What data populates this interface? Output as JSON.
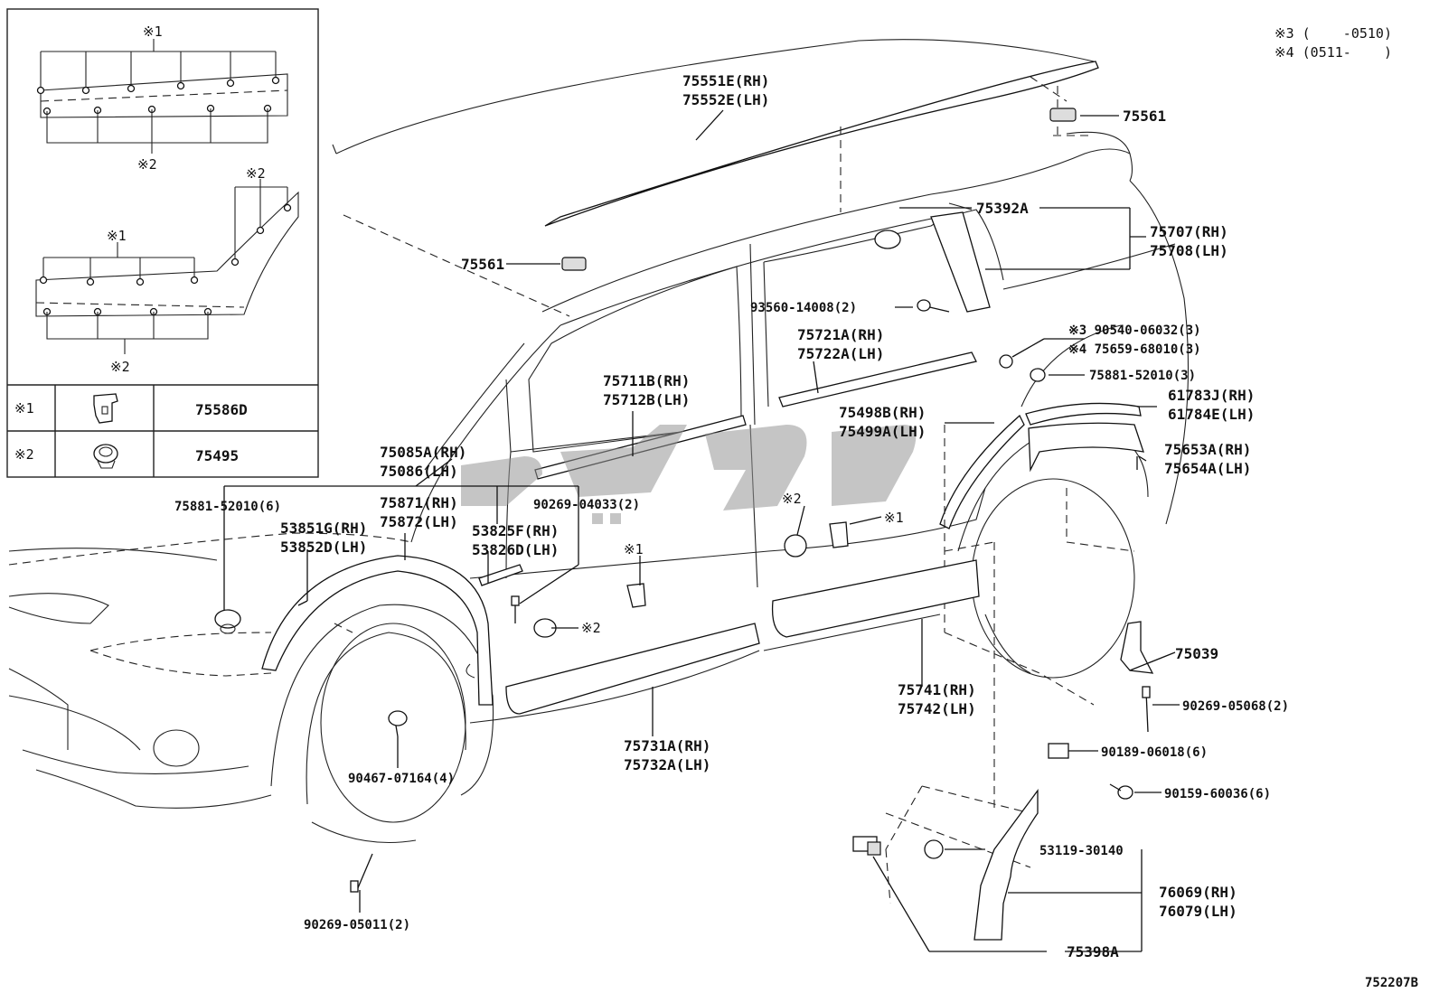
{
  "diagram_code": "752207B",
  "notes": {
    "note3": "※3 (    -0510)",
    "note4": "※4 (0511-    )"
  },
  "inset": {
    "top_mark1": "※1",
    "top_mark2": "※2",
    "bottom_mark1": "※1",
    "bottom_mark2a": "※2",
    "bottom_mark2b": "※2",
    "legend": [
      {
        "mark": "※1",
        "part": "75586D",
        "icon": "clip-icon"
      },
      {
        "mark": "※2",
        "part": "75495",
        "icon": "grommet-icon"
      }
    ]
  },
  "parts": {
    "p75551": [
      "75551E(RH)",
      "75552E(LH)"
    ],
    "p75561_top": "75561",
    "p75561_left": "75561",
    "p75392": "75392A",
    "p75707": [
      "75707(RH)",
      "75708(LH)"
    ],
    "p93560": "93560-14008(2)",
    "p75721": [
      "75721A(RH)",
      "75722A(LH)"
    ],
    "p90540": [
      "※3 90540-06032(3)",
      "※4 75659-68010(3)"
    ],
    "p75881_right": "75881-52010(3)",
    "p61783": [
      "61783J(RH)",
      "61784E(LH)"
    ],
    "p75711": [
      "75711B(RH)",
      "75712B(LH)"
    ],
    "p75498": [
      "75498B(RH)",
      "75499A(LH)"
    ],
    "p75653": [
      "75653A(RH)",
      "75654A(LH)"
    ],
    "p75085": [
      "75085A(RH)",
      "75086(LH)"
    ],
    "p75881_left": "75881-52010(6)",
    "p75871": [
      "75871(RH)",
      "75872(LH)"
    ],
    "p90269_04033": "90269-04033(2)",
    "p53851": [
      "53851G(RH)",
      "53852D(LH)"
    ],
    "p53825": [
      "53825F(RH)",
      "53826D(LH)"
    ],
    "mark2_mid": "※2",
    "mark1_mid": "※1",
    "mark1_left": "※1",
    "mark2_left": "※2",
    "p75039": "75039",
    "p90269_05068": "90269-05068(2)",
    "p75741": [
      "75741(RH)",
      "75742(LH)"
    ],
    "p75731": [
      "75731A(RH)",
      "75732A(LH)"
    ],
    "p90189": "90189-06018(6)",
    "p90467": "90467-07164(4)",
    "p90159": "90159-60036(6)",
    "p53119": "53119-30140",
    "p76069": [
      "76069(RH)",
      "76079(LH)"
    ],
    "p90269_05011": "90269-05011(2)",
    "p75398": "75398A"
  }
}
